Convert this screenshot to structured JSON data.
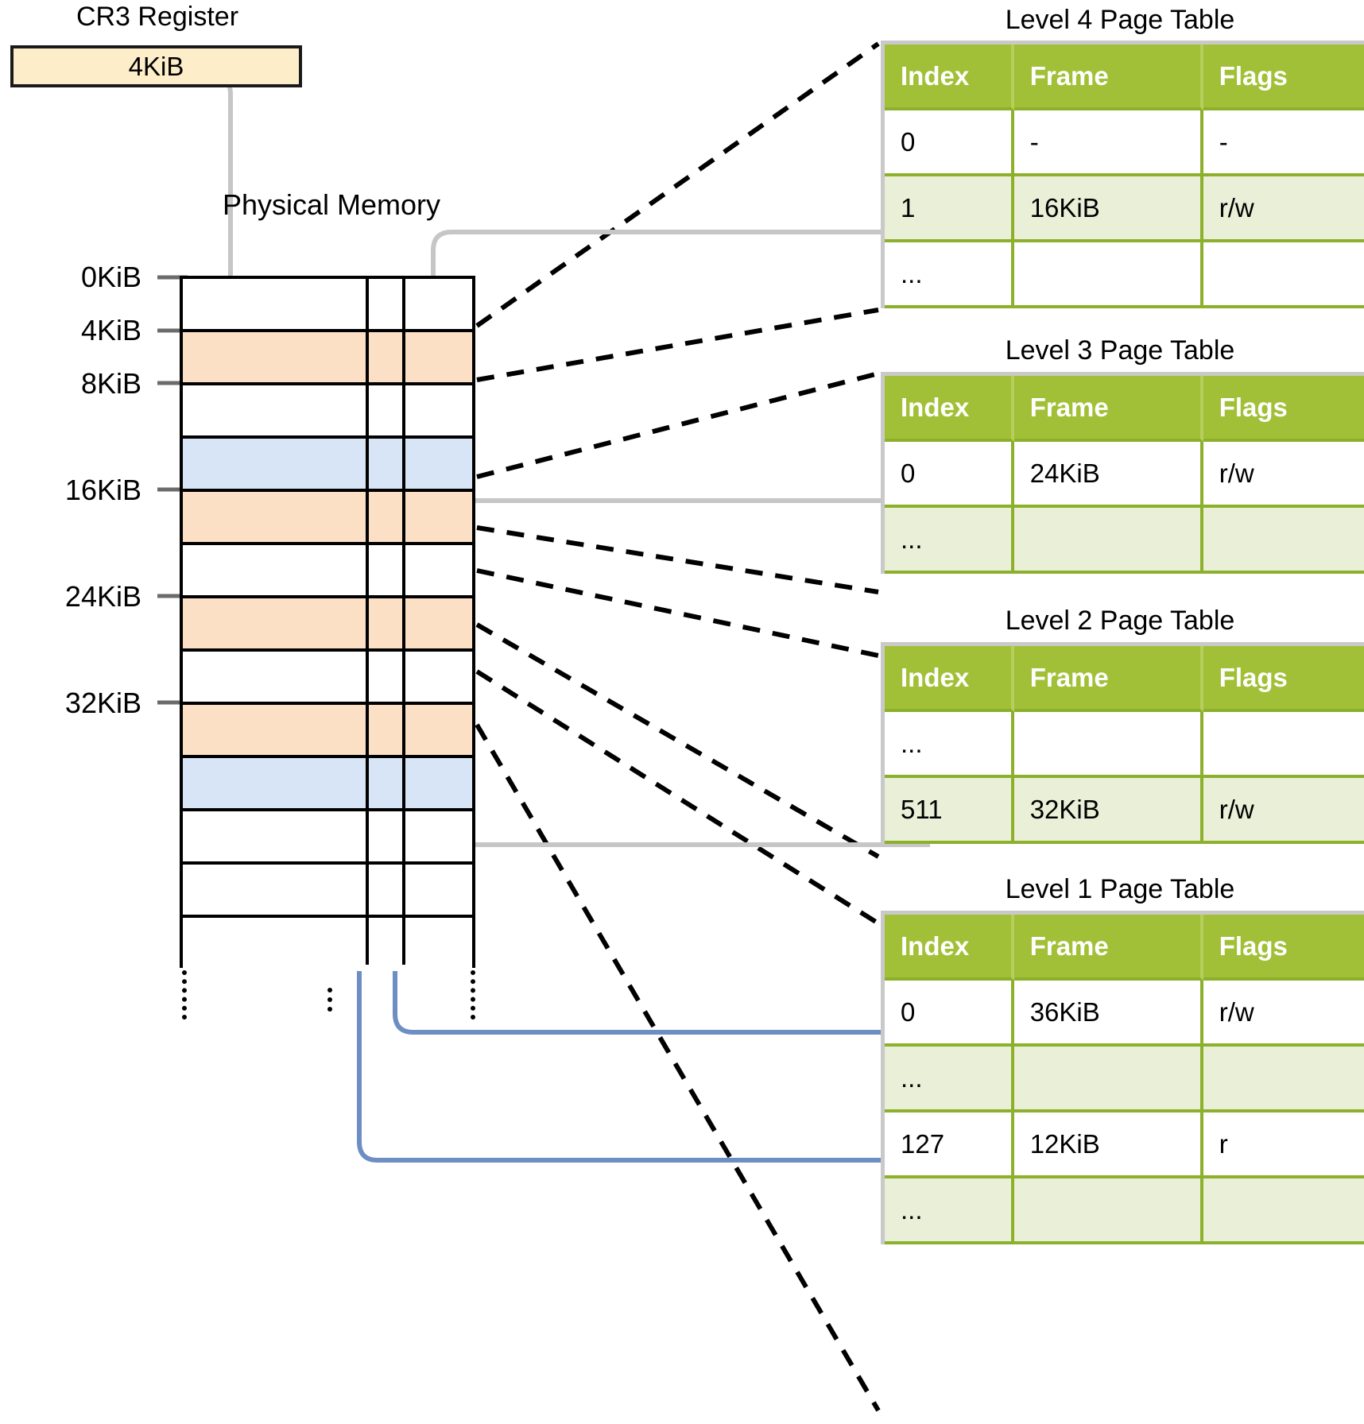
{
  "cr3": {
    "title": "CR3 Register",
    "value": "4KiB"
  },
  "physical_memory": {
    "title": "Physical Memory",
    "address_labels": [
      {
        "text": "0KiB",
        "row": 0
      },
      {
        "text": "4KiB",
        "row": 1
      },
      {
        "text": "8KiB",
        "row": 2
      },
      {
        "text": "16KiB",
        "row": 4
      },
      {
        "text": "24KiB",
        "row": 6
      },
      {
        "text": "32KiB",
        "row": 8
      }
    ],
    "rows": [
      {
        "index": 0,
        "fill": "plain"
      },
      {
        "index": 1,
        "fill": "orange"
      },
      {
        "index": 2,
        "fill": "plain"
      },
      {
        "index": 3,
        "fill": "blue"
      },
      {
        "index": 4,
        "fill": "orange"
      },
      {
        "index": 5,
        "fill": "plain"
      },
      {
        "index": 6,
        "fill": "orange"
      },
      {
        "index": 7,
        "fill": "plain"
      },
      {
        "index": 8,
        "fill": "orange"
      },
      {
        "index": 9,
        "fill": "blue"
      },
      {
        "index": 10,
        "fill": "plain"
      },
      {
        "index": 11,
        "fill": "plain"
      },
      {
        "index": 12,
        "fill": "plain"
      }
    ]
  },
  "page_tables": [
    {
      "id": "level4",
      "title": "Level 4 Page Table",
      "columns": [
        "Index",
        "Frame",
        "Flags"
      ],
      "rows": [
        {
          "index": "0",
          "frame": "-",
          "flags": "-",
          "style": "white"
        },
        {
          "index": "1",
          "frame": "16KiB",
          "flags": "r/w",
          "style": "tint"
        },
        {
          "index": "...",
          "frame": "",
          "flags": "",
          "style": "white"
        }
      ]
    },
    {
      "id": "level3",
      "title": "Level 3 Page Table",
      "columns": [
        "Index",
        "Frame",
        "Flags"
      ],
      "rows": [
        {
          "index": "0",
          "frame": "24KiB",
          "flags": "r/w",
          "style": "white"
        },
        {
          "index": "...",
          "frame": "",
          "flags": "",
          "style": "tint"
        }
      ]
    },
    {
      "id": "level2",
      "title": "Level 2 Page Table",
      "columns": [
        "Index",
        "Frame",
        "Flags"
      ],
      "rows": [
        {
          "index": "...",
          "frame": "",
          "flags": "",
          "style": "white"
        },
        {
          "index": "511",
          "frame": "32KiB",
          "flags": "r/w",
          "style": "tint"
        }
      ]
    },
    {
      "id": "level1",
      "title": "Level 1 Page Table",
      "columns": [
        "Index",
        "Frame",
        "Flags"
      ],
      "rows": [
        {
          "index": "0",
          "frame": "36KiB",
          "flags": "r/w",
          "style": "white"
        },
        {
          "index": "...",
          "frame": "",
          "flags": "",
          "style": "tint"
        },
        {
          "index": "127",
          "frame": "12KiB",
          "flags": "r",
          "style": "white"
        },
        {
          "index": "...",
          "frame": "",
          "flags": "",
          "style": "tint"
        }
      ]
    }
  ],
  "colors": {
    "orange_frame": "#fce0c6",
    "blue_frame": "#d7e5f7",
    "cr3_fill": "#fdeec9",
    "table_header": "#a2c037",
    "table_tint": "#e9f0d7",
    "table_border": "#8cb02b",
    "gray_wire": "#c6c6c6",
    "blue_wire": "#6d8ec2",
    "dashed_wire": "#000000"
  }
}
